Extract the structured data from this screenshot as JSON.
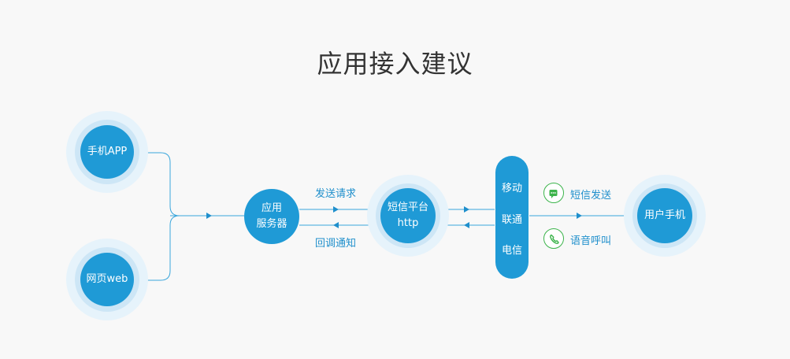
{
  "title": "应用接入建议",
  "sources": {
    "app": "手机APP",
    "web": "网页web"
  },
  "app_server": {
    "line1": "应用",
    "line2": "服务器"
  },
  "flow": {
    "request": "发送请求",
    "callback": "回调通知"
  },
  "platform": {
    "line1": "短信平台",
    "line2": "http"
  },
  "carriers": [
    "移动",
    "联通",
    "电信"
  ],
  "channels": [
    {
      "label": "短信发送",
      "icon": "message-icon"
    },
    {
      "label": "语音呼叫",
      "icon": "phone-icon"
    }
  ],
  "user_phone": "用户手机",
  "colors": {
    "node": "#1f9ad6",
    "line": "#3aa6dc",
    "channel_icon": "#3cb44b"
  }
}
